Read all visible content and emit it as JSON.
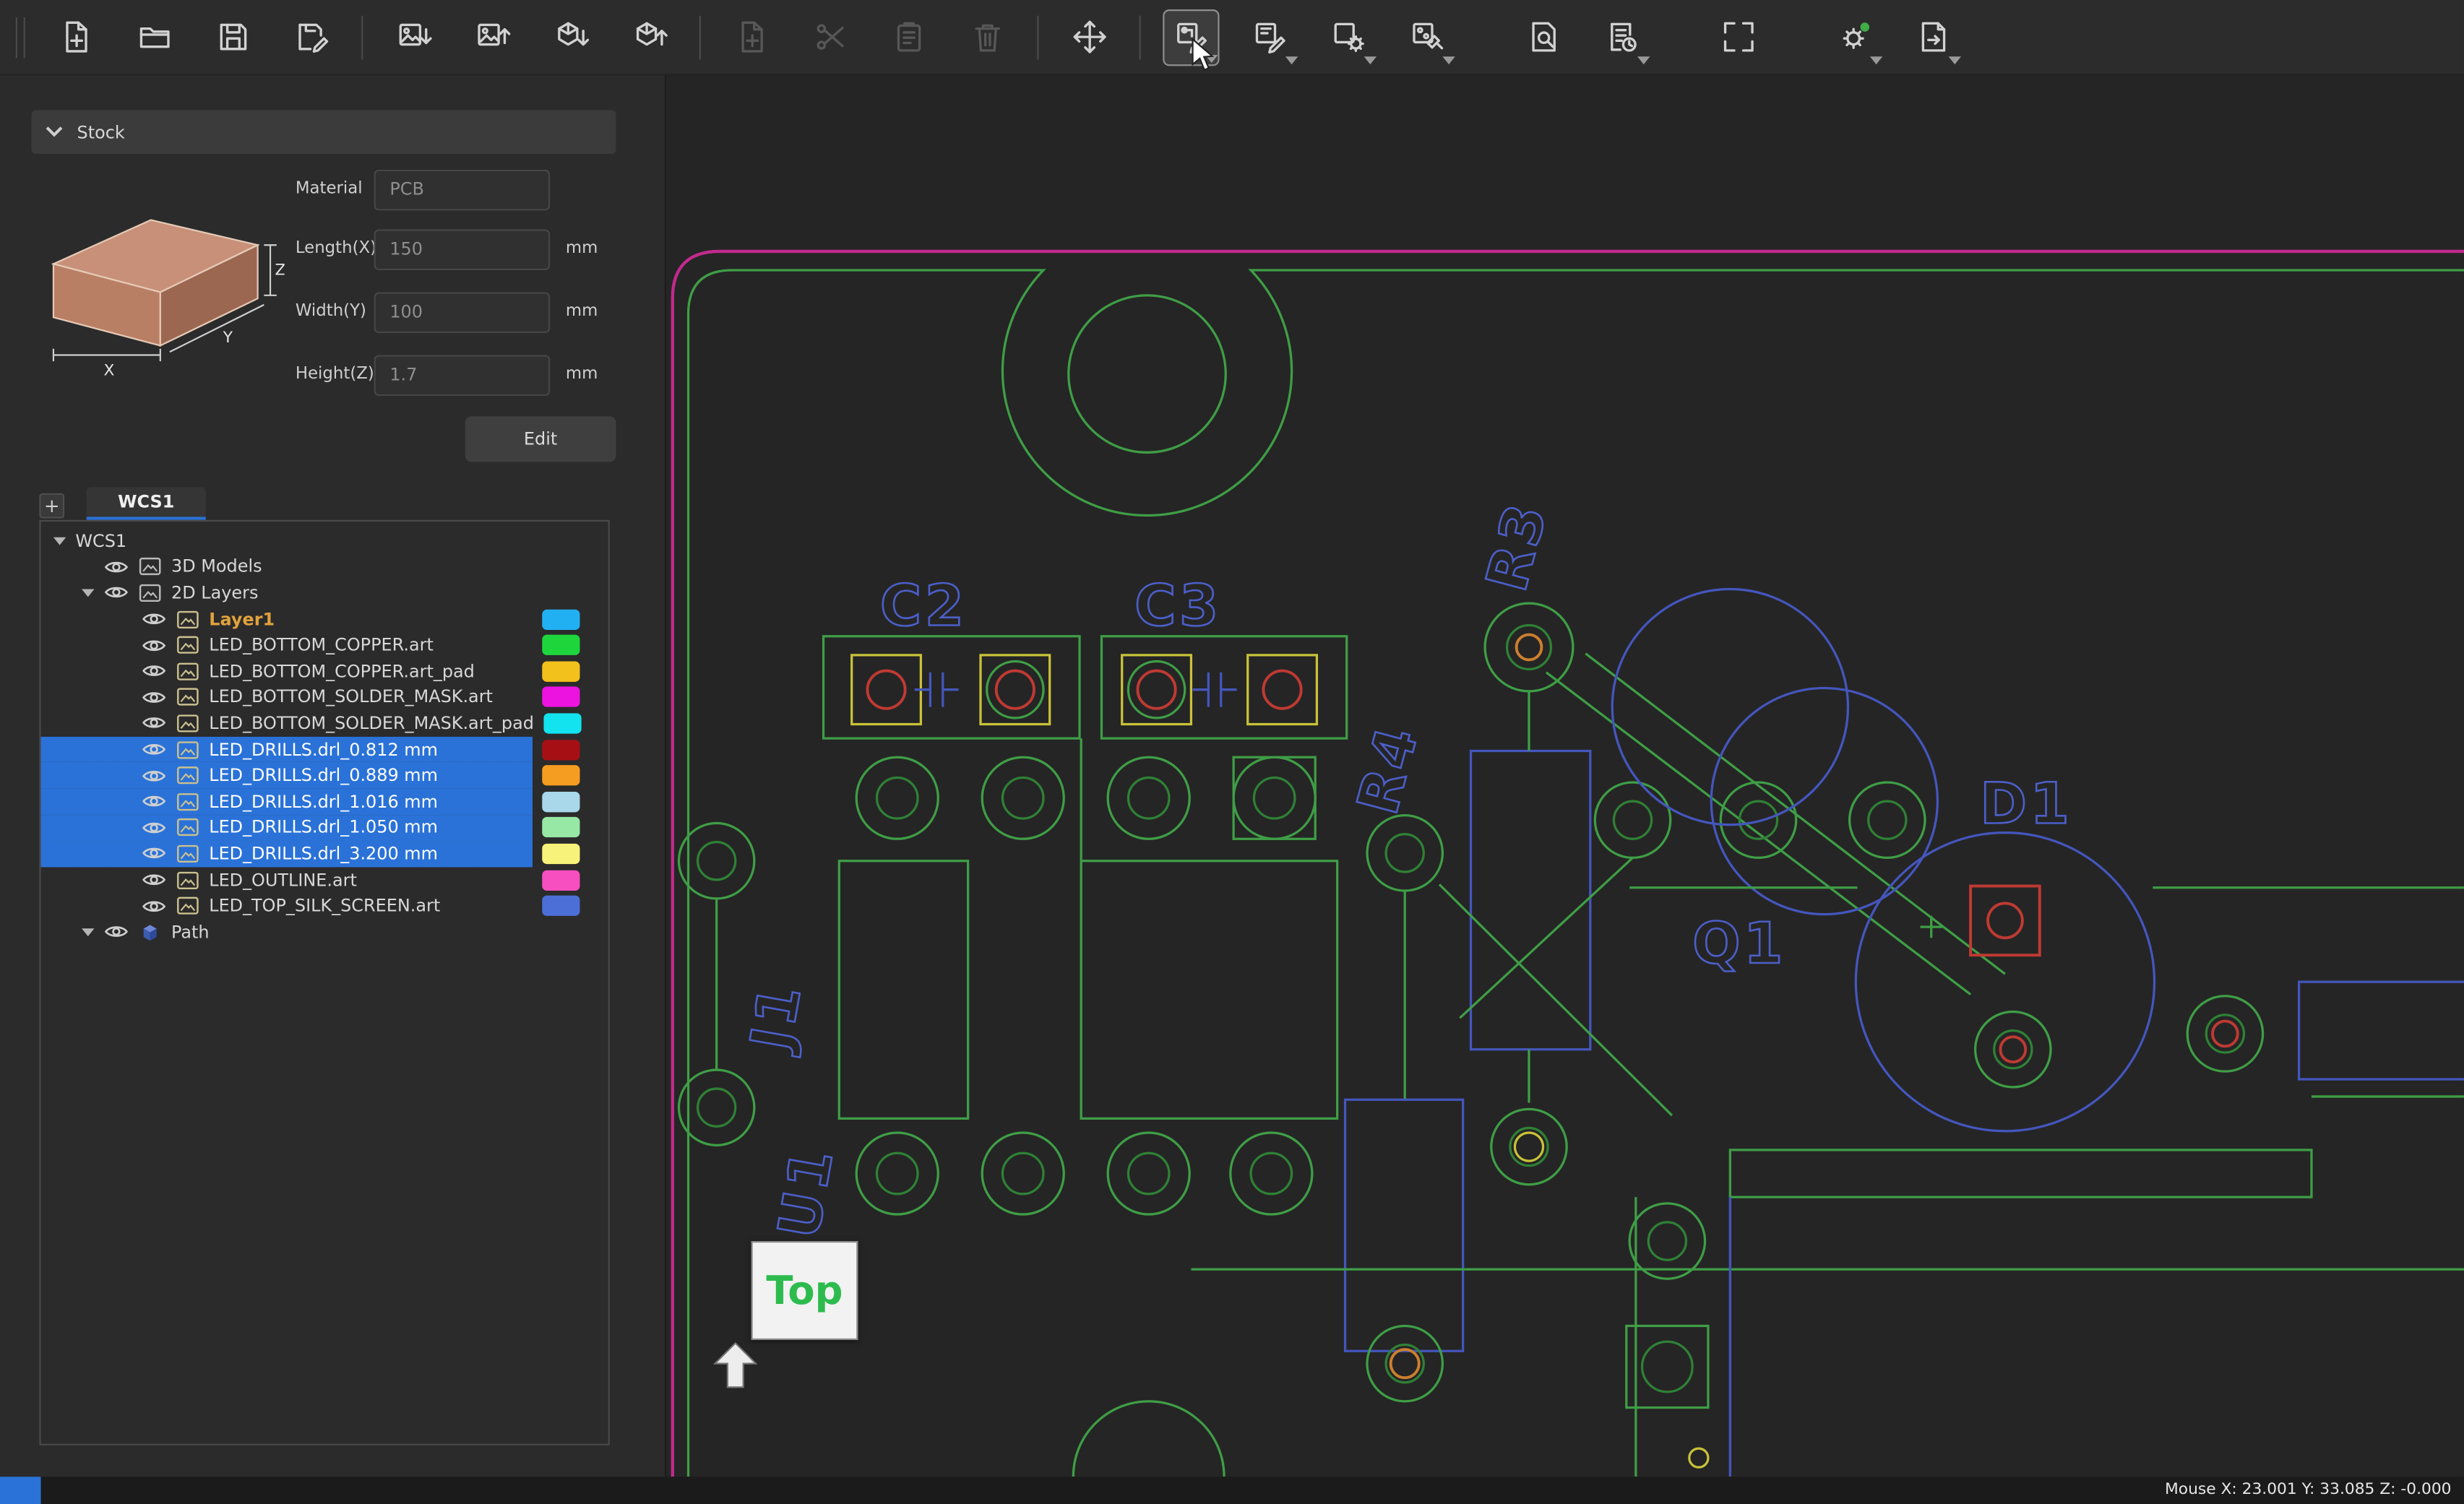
{
  "colors": {
    "selection_blue": "#2a72d8",
    "board_outline_green": "#3f9e46",
    "silkscreen_blue": "#4456bd",
    "board_edge_magenta": "#c12a8c"
  },
  "toolbar": {
    "items": [
      {
        "name": "new-file",
        "icon": "file-plus"
      },
      {
        "name": "open-file",
        "icon": "folder-open"
      },
      {
        "name": "save-file",
        "icon": "floppy"
      },
      {
        "name": "save-as",
        "icon": "floppy-pen"
      },
      {
        "type": "separator"
      },
      {
        "name": "import-image",
        "icon": "image-import"
      },
      {
        "name": "export-image",
        "icon": "image-export"
      },
      {
        "name": "import-model",
        "icon": "cube-import"
      },
      {
        "name": "export-model",
        "icon": "cube-export"
      },
      {
        "type": "separator"
      },
      {
        "name": "add-item",
        "icon": "page-plus",
        "enabled": false
      },
      {
        "name": "cut",
        "icon": "scissors",
        "enabled": false
      },
      {
        "name": "paste",
        "icon": "clipboard",
        "enabled": false
      },
      {
        "name": "delete",
        "icon": "trash",
        "enabled": false
      },
      {
        "type": "separator"
      },
      {
        "name": "move-tool",
        "icon": "move"
      },
      {
        "type": "separator"
      },
      {
        "name": "edit-toolpath",
        "icon": "board-pen",
        "selected": true,
        "dropdown": true
      },
      {
        "name": "edit-pads",
        "icon": "board-pen2",
        "dropdown": true
      },
      {
        "name": "edit-settings",
        "icon": "board-gear",
        "dropdown": true
      },
      {
        "name": "edit-drills",
        "icon": "board-drill",
        "dropdown": true
      },
      {
        "type": "gap"
      },
      {
        "name": "preview-zoom",
        "icon": "zoom-doc"
      },
      {
        "name": "gcode-list",
        "icon": "list-clock",
        "dropdown": true
      },
      {
        "type": "gap"
      },
      {
        "name": "fit-view",
        "icon": "expand"
      },
      {
        "type": "gap"
      },
      {
        "name": "machine-settings",
        "icon": "gear-badge",
        "dropdown": true
      },
      {
        "name": "export-gcode",
        "icon": "page-export",
        "dropdown": true
      }
    ]
  },
  "stock": {
    "header": "Stock",
    "axis": {
      "x": "X",
      "y": "Y",
      "z": "Z"
    },
    "fields": [
      {
        "label": "Material",
        "value": "PCB",
        "unit": ""
      },
      {
        "label": "Length(X)",
        "value": "150",
        "unit": "mm"
      },
      {
        "label": "Width(Y)",
        "value": "100",
        "unit": "mm"
      },
      {
        "label": "Height(Z)",
        "value": "1.7",
        "unit": "mm"
      }
    ],
    "edit_button": "Edit"
  },
  "workspace": {
    "add_tab": "+",
    "tab": "WCS1",
    "tree": {
      "root": "WCS1",
      "models_3d": "3D Models",
      "layers_2d": "2D Layers",
      "path": "Path"
    }
  },
  "layers": [
    {
      "name": "Layer1",
      "color": "#21b1f3",
      "active": true,
      "selected": false
    },
    {
      "name": "LED_BOTTOM_COPPER.art",
      "color": "#1ed63c",
      "selected": false
    },
    {
      "name": "LED_BOTTOM_COPPER.art_pad",
      "color": "#f2c11c",
      "selected": false
    },
    {
      "name": "LED_BOTTOM_SOLDER_MASK.art",
      "color": "#ec13e0",
      "selected": false
    },
    {
      "name": "LED_BOTTOM_SOLDER_MASK.art_pad",
      "color": "#12e3ee",
      "selected": false
    },
    {
      "name": "LED_DRILLS.drl_0.812 mm",
      "color": "#a61015",
      "selected": true
    },
    {
      "name": "LED_DRILLS.drl_0.889 mm",
      "color": "#f59d20",
      "selected": true
    },
    {
      "name": "LED_DRILLS.drl_1.016 mm",
      "color": "#a8d8ea",
      "selected": true
    },
    {
      "name": "LED_DRILLS.drl_1.050 mm",
      "color": "#97e8a4",
      "selected": true
    },
    {
      "name": "LED_DRILLS.drl_3.200 mm",
      "color": "#f7f37a",
      "selected": true
    },
    {
      "name": "LED_OUTLINE.art",
      "color": "#f74fc0",
      "selected": false
    },
    {
      "name": "LED_TOP_SILK_SCREEN.art",
      "color": "#4b6fd6",
      "selected": false
    }
  ],
  "canvas": {
    "view_label": "Top",
    "silkscreen": {
      "c2": "C2",
      "c3": "C3",
      "r3": "R3",
      "r4": "R4",
      "d1": "D1",
      "q1": "Q1",
      "u1": "U1",
      "j1": "J1"
    }
  },
  "status_bar": {
    "text": "Mouse X: 23.001 Y: 33.085 Z: -0.000"
  }
}
